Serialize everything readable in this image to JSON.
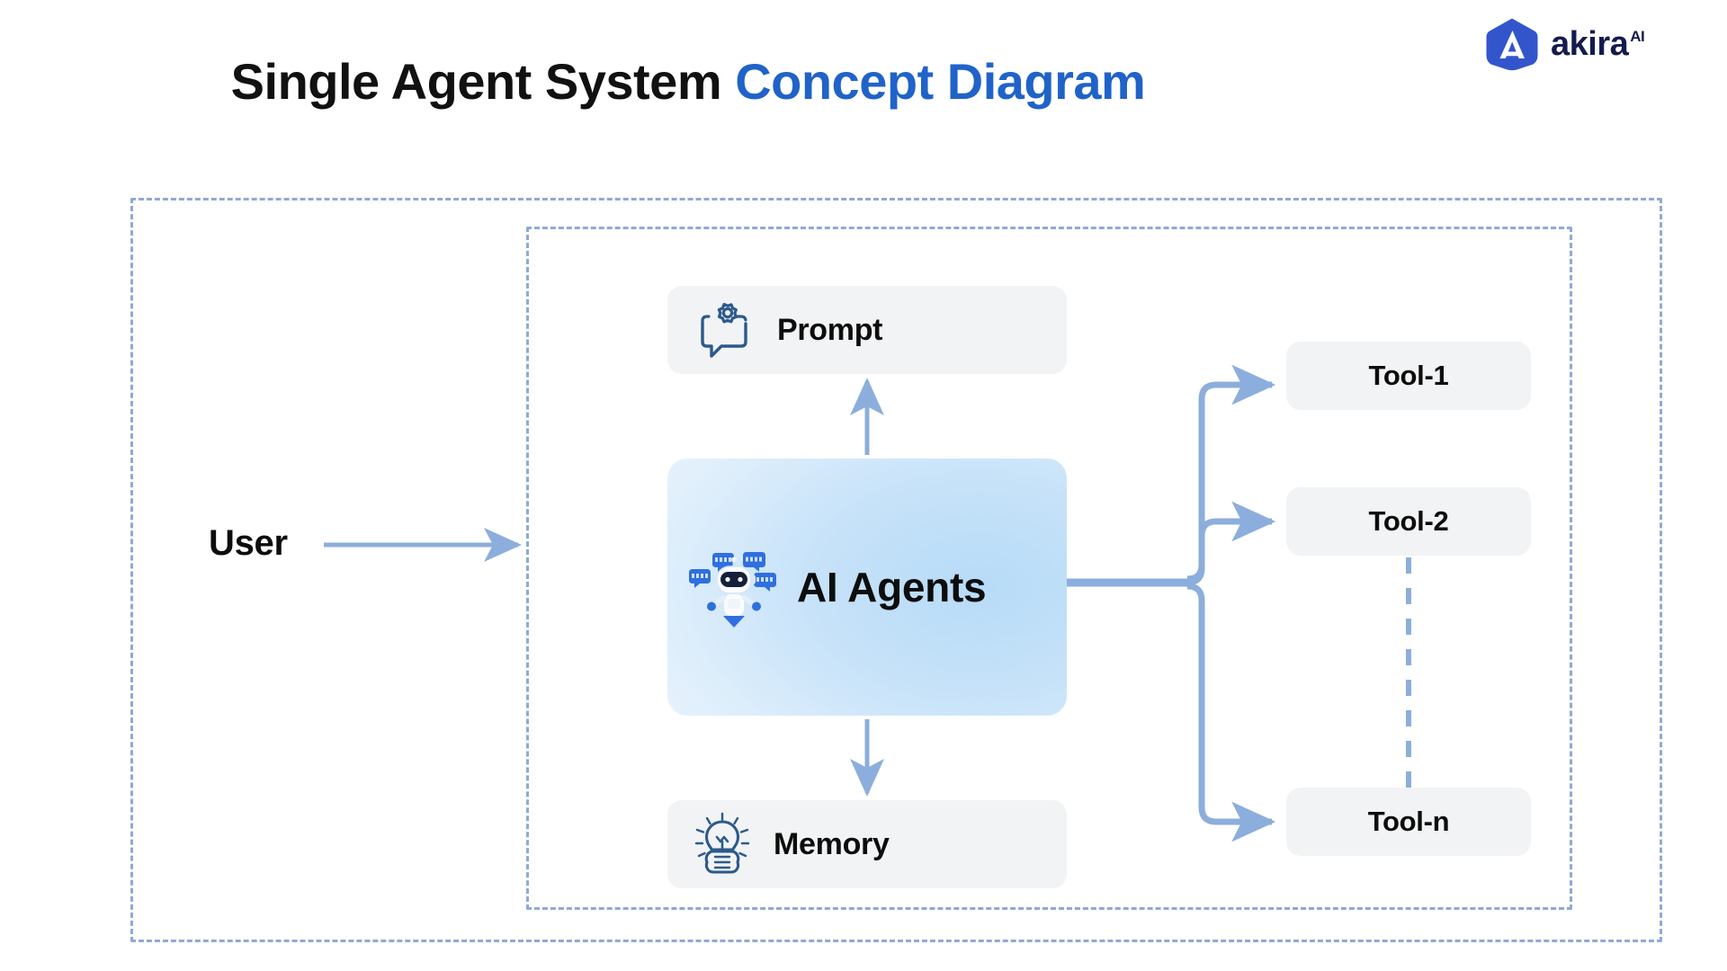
{
  "header": {
    "title_main": "Single Agent System",
    "title_accent": "Concept Diagram",
    "logo_word": "akira",
    "logo_sup": "AI",
    "logo_mark_icon": "akira-shield-a-icon"
  },
  "colors": {
    "accent_blue": "#2063C8",
    "logo_navy": "#141B4D",
    "logo_mark": "#3355CC",
    "dashed_border": "#8FAAD4",
    "connector": "#8CAEDC",
    "node_grey": "#F2F3F4",
    "agent_gradient_from": "#F4FAFE",
    "agent_gradient_to": "#B7DBF7",
    "text_dark": "#0D0D0D",
    "icon_blue": "#2B5A8C"
  },
  "diagram": {
    "type": "concept-diagram",
    "actor": {
      "label": "User"
    },
    "frames": [
      {
        "name": "outer-system-boundary",
        "style": "dashed"
      },
      {
        "name": "inner-agent-boundary",
        "style": "dashed"
      }
    ],
    "nodes": [
      {
        "id": "prompt",
        "label": "Prompt",
        "icon": "gear-speech-bubble-icon",
        "style": "grey"
      },
      {
        "id": "agents",
        "label": "AI Agents",
        "icon": "robot-chat-icon",
        "style": "gradient-blue"
      },
      {
        "id": "memory",
        "label": "Memory",
        "icon": "lightbulb-brain-icon",
        "style": "grey"
      },
      {
        "id": "tool-1",
        "label": "Tool-1",
        "icon": null,
        "style": "grey"
      },
      {
        "id": "tool-2",
        "label": "Tool-2",
        "icon": null,
        "style": "grey"
      },
      {
        "id": "tool-n",
        "label": "Tool-n",
        "icon": null,
        "style": "grey"
      }
    ],
    "edges": [
      {
        "from": "User",
        "to": "agents",
        "style": "solid",
        "arrow": true
      },
      {
        "from": "agents",
        "to": "prompt",
        "style": "solid",
        "arrow": true,
        "direction": "up"
      },
      {
        "from": "agents",
        "to": "memory",
        "style": "solid",
        "arrow": true,
        "direction": "down"
      },
      {
        "from": "agents",
        "to": "tool-1",
        "style": "solid",
        "arrow": true
      },
      {
        "from": "agents",
        "to": "tool-2",
        "style": "solid",
        "arrow": true
      },
      {
        "from": "agents",
        "to": "tool-n",
        "style": "solid",
        "arrow": true
      },
      {
        "from": "tool-2",
        "to": "tool-n",
        "style": "dashed",
        "arrow": false,
        "meaning": "continuation"
      }
    ]
  }
}
